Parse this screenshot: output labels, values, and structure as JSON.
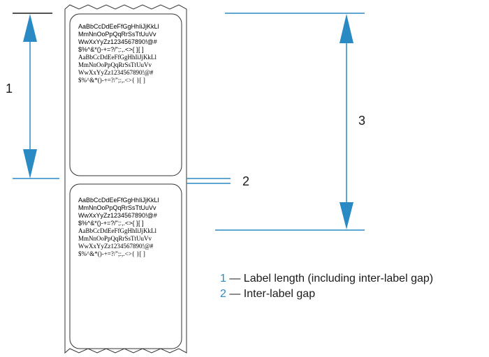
{
  "sample_text": {
    "sans_lines": [
      "AaBbCcDdEeFfGgHhIiJjKkLl",
      "MmNnOoPpQqRrSsTtUuVv",
      "WwXxYyZz1234567890!@#",
      "$%^&*()-+=?/\";:,.<>{ }[ ]"
    ],
    "serif_lines": [
      "AaBbCcDdEeFfGgHhIiJjKkLl",
      "MmNnOoPpQqRrSsTtUuVv",
      "WwXxYyZz1234567890!@#",
      "$%^&*()-+=?/\";:,.<>{ }[ ]"
    ]
  },
  "callouts": {
    "one": "1",
    "two": "2",
    "three": "3"
  },
  "legend": {
    "item1_num": "1",
    "item1_text": " — Label length (including inter-label gap)",
    "item2_num": "2",
    "item2_text": " — Inter-label gap"
  },
  "colors": {
    "accent": "#2a8ac4",
    "outline": "#333333"
  }
}
